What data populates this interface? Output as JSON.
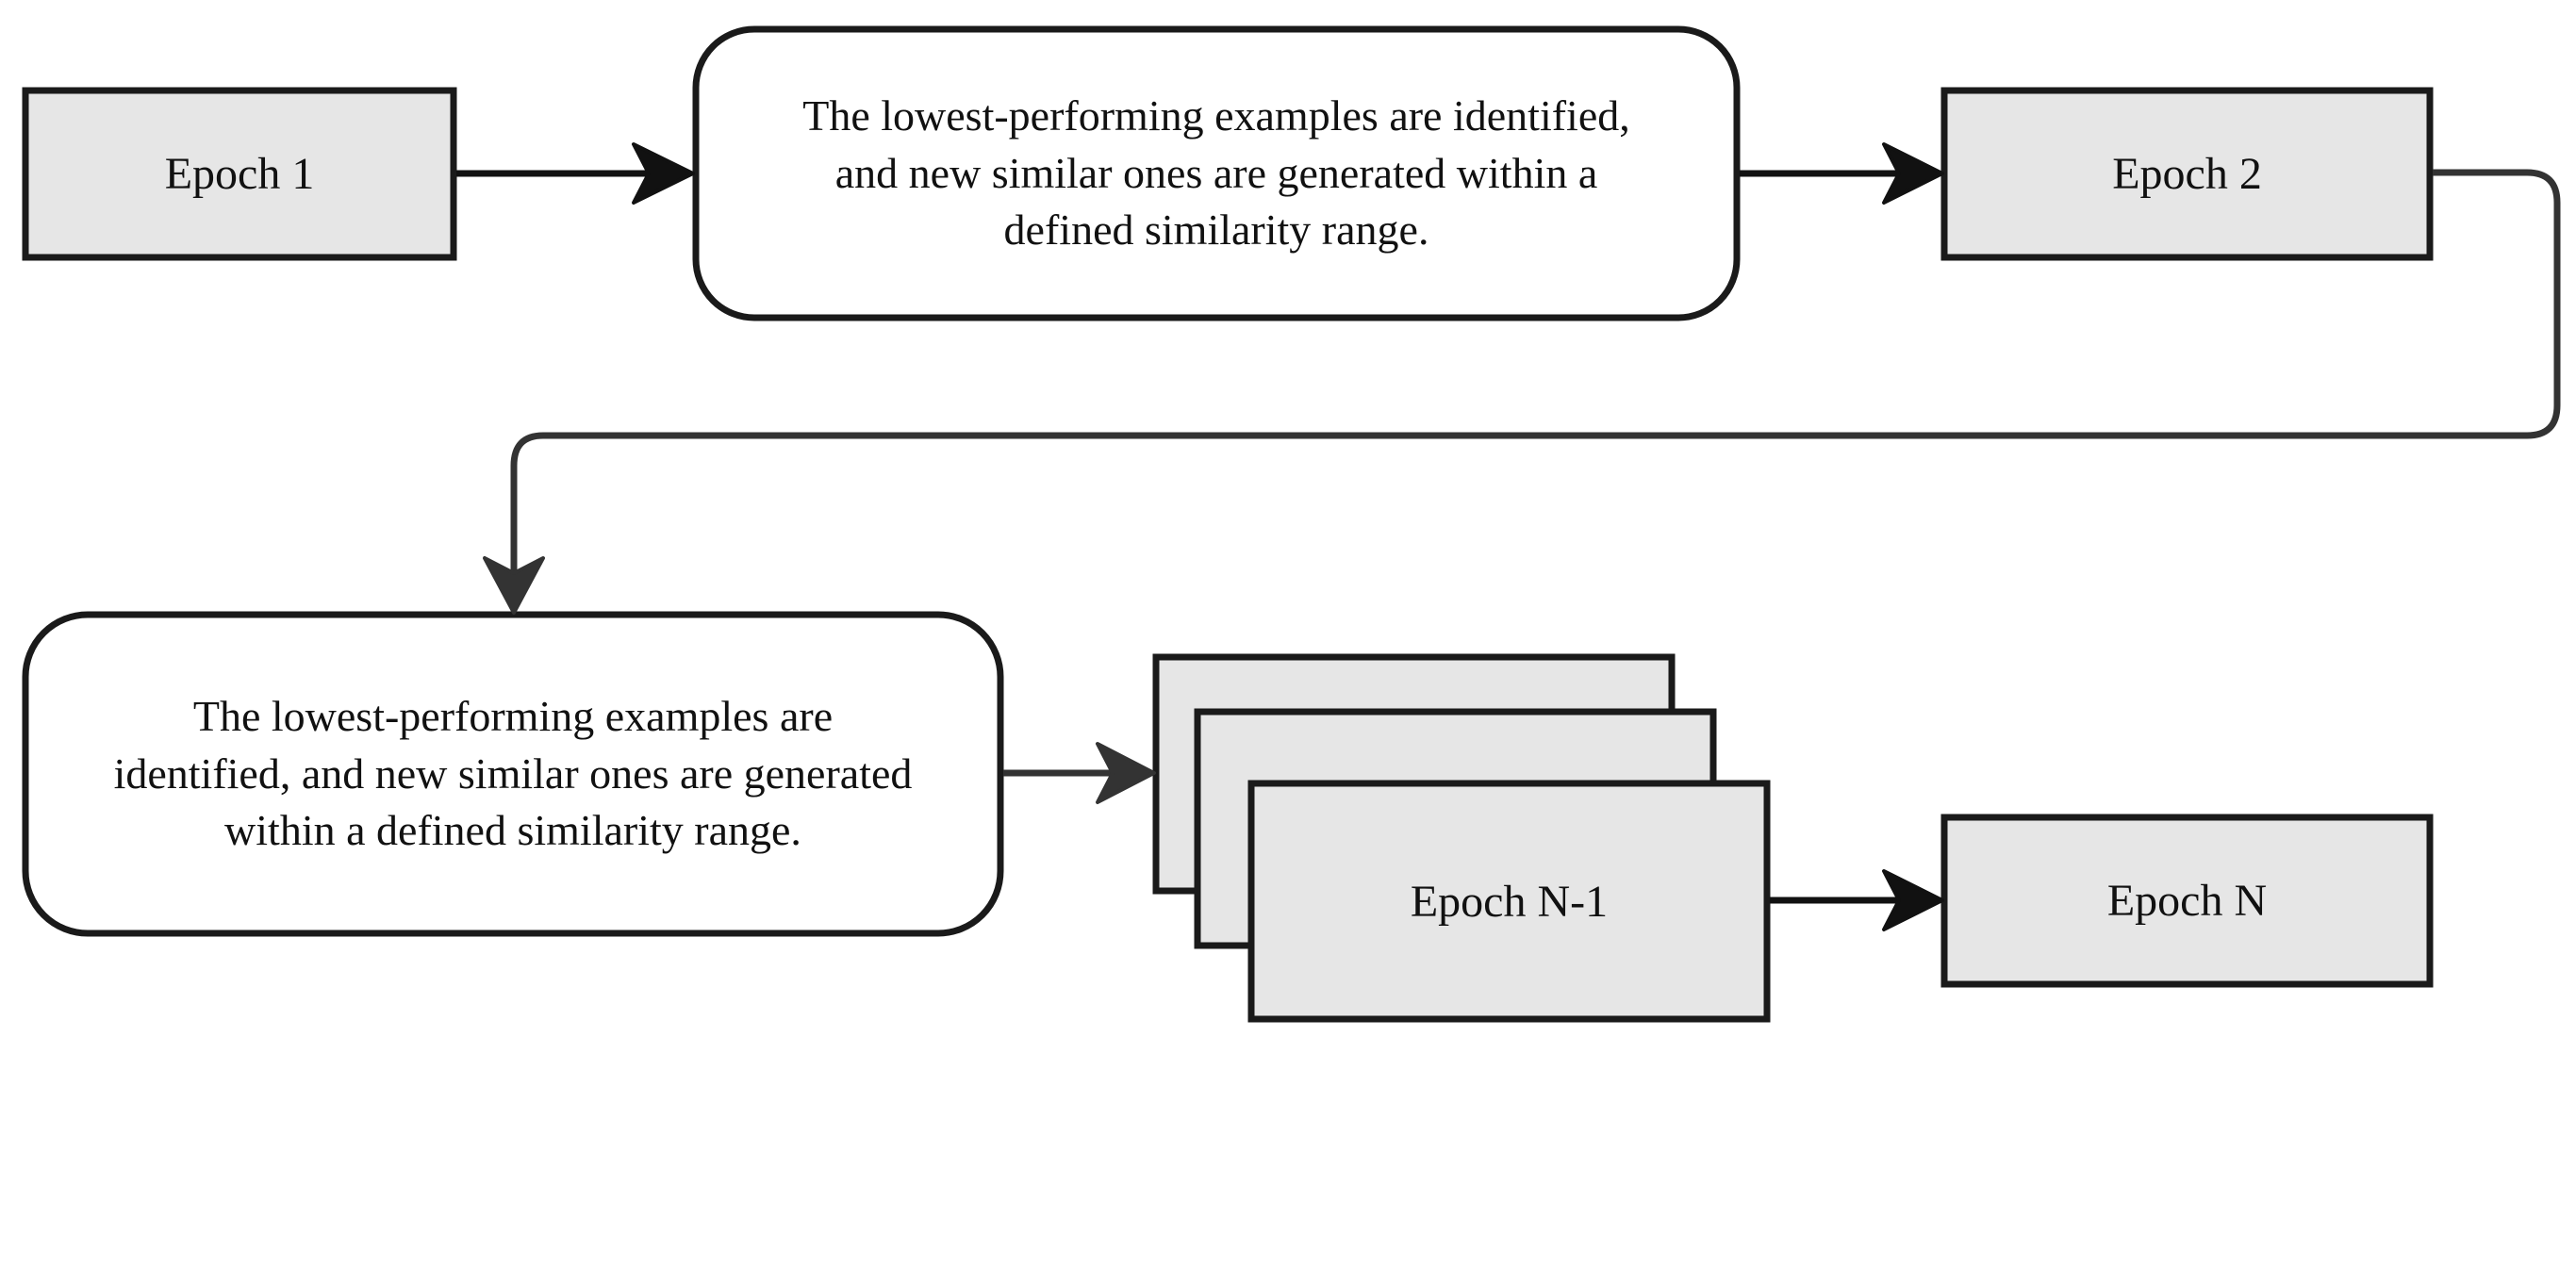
{
  "diagram": {
    "nodes": {
      "epoch_1": {
        "label": "Epoch 1"
      },
      "process_top": {
        "line_1": "The lowest-performing examples are identified,",
        "line_2": "and new similar ones are generated within a",
        "line_3": "defined similarity range."
      },
      "epoch_2": {
        "label": "Epoch 2"
      },
      "process_bottom": {
        "line_1": "The lowest-performing examples are",
        "line_2": "identified, and new similar ones are generated",
        "line_3": "within a defined similarity range."
      },
      "epoch_n_minus_1": {
        "label": "Epoch N-1"
      },
      "epoch_n": {
        "label": "Epoch N"
      }
    },
    "edges": [
      {
        "from": "epoch_1",
        "to": "process_top"
      },
      {
        "from": "process_top",
        "to": "epoch_2"
      },
      {
        "from": "epoch_2",
        "to": "process_bottom"
      },
      {
        "from": "process_bottom",
        "to": "epoch_n_minus_1"
      },
      {
        "from": "epoch_n_minus_1",
        "to": "epoch_n"
      }
    ],
    "colors": {
      "epoch_fill": "#e6e6e6",
      "process_fill": "#ffffff",
      "stroke": "#1a1a1a",
      "connector": "#333333"
    }
  }
}
